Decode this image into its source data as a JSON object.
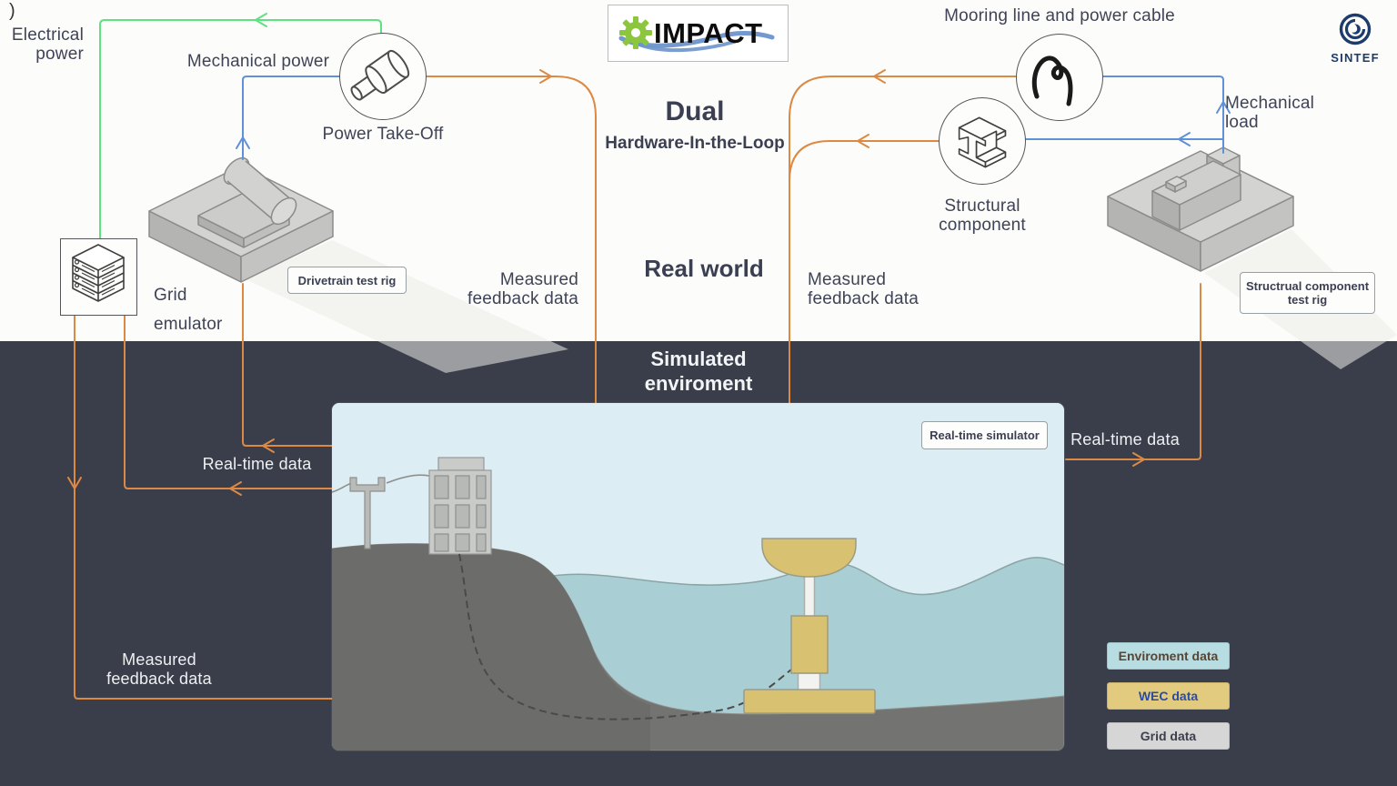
{
  "stray_glyph": ")",
  "logos": {
    "impact": "IMPACT",
    "sintef": "SINTEF"
  },
  "headings": {
    "dual": "Dual",
    "hardware_in_the_loop": "Hardware-In-the-Loop",
    "real_world": "Real world",
    "simulated_environment": "Simulated enviroment"
  },
  "real_world": {
    "electrical_power": "Electrical power",
    "mechanical_power": "Mechanical power",
    "power_take_off": "Power Take-Off",
    "grid_emulator": "Grid emulator",
    "drivetrain_tag": "Drivetrain test rig",
    "measured_feedback_left": "Measured feedback data",
    "mooring_line_label": "Mooring line and power cable",
    "mechanical_load": "Mechanical load",
    "structural_component": "Structural component",
    "structural_rig_tag": "Structrual component test rig",
    "measured_feedback_right": "Measured feedback data"
  },
  "simulated": {
    "simulator_tag": "Real-time simulator",
    "real_time_data_right": "Real-time data",
    "real_time_data_left": "Real-time data",
    "measured_feedback_bottom": "Measured feedback data"
  },
  "legend": {
    "items": [
      {
        "label": "Enviroment data",
        "bg": "#b7dce2",
        "fg": "#5c4530"
      },
      {
        "label": "WEC data",
        "bg": "#e2cb7e",
        "fg": "#2a4da0"
      },
      {
        "label": "Grid data",
        "bg": "#d6d6d6",
        "fg": "#3c404d"
      }
    ]
  },
  "icons": {
    "power_take_off": "shaft-cylinder-icon",
    "mooring": "mooring-line-squiggle-icon",
    "structural_component": "i-beam-icon",
    "grid_emulator": "server-stack-icon",
    "impact_logo": "gear-and-wave-icon",
    "sintef_logo": "swirl-logo-icon"
  },
  "colors": {
    "background_top": "#fcfcfb",
    "background_bottom": "#3a3e4b",
    "orange_data_line": "#dc8a43",
    "green_power_line": "#5ee27f",
    "blue_mechanical_line": "#5f90d8",
    "heading_text": "#3b3f52",
    "label_text": "#3f4356",
    "sky": "#dcedf4",
    "sea": "#a9ced3",
    "seabed": "#747472",
    "wec_yellow": "#d9c172"
  }
}
